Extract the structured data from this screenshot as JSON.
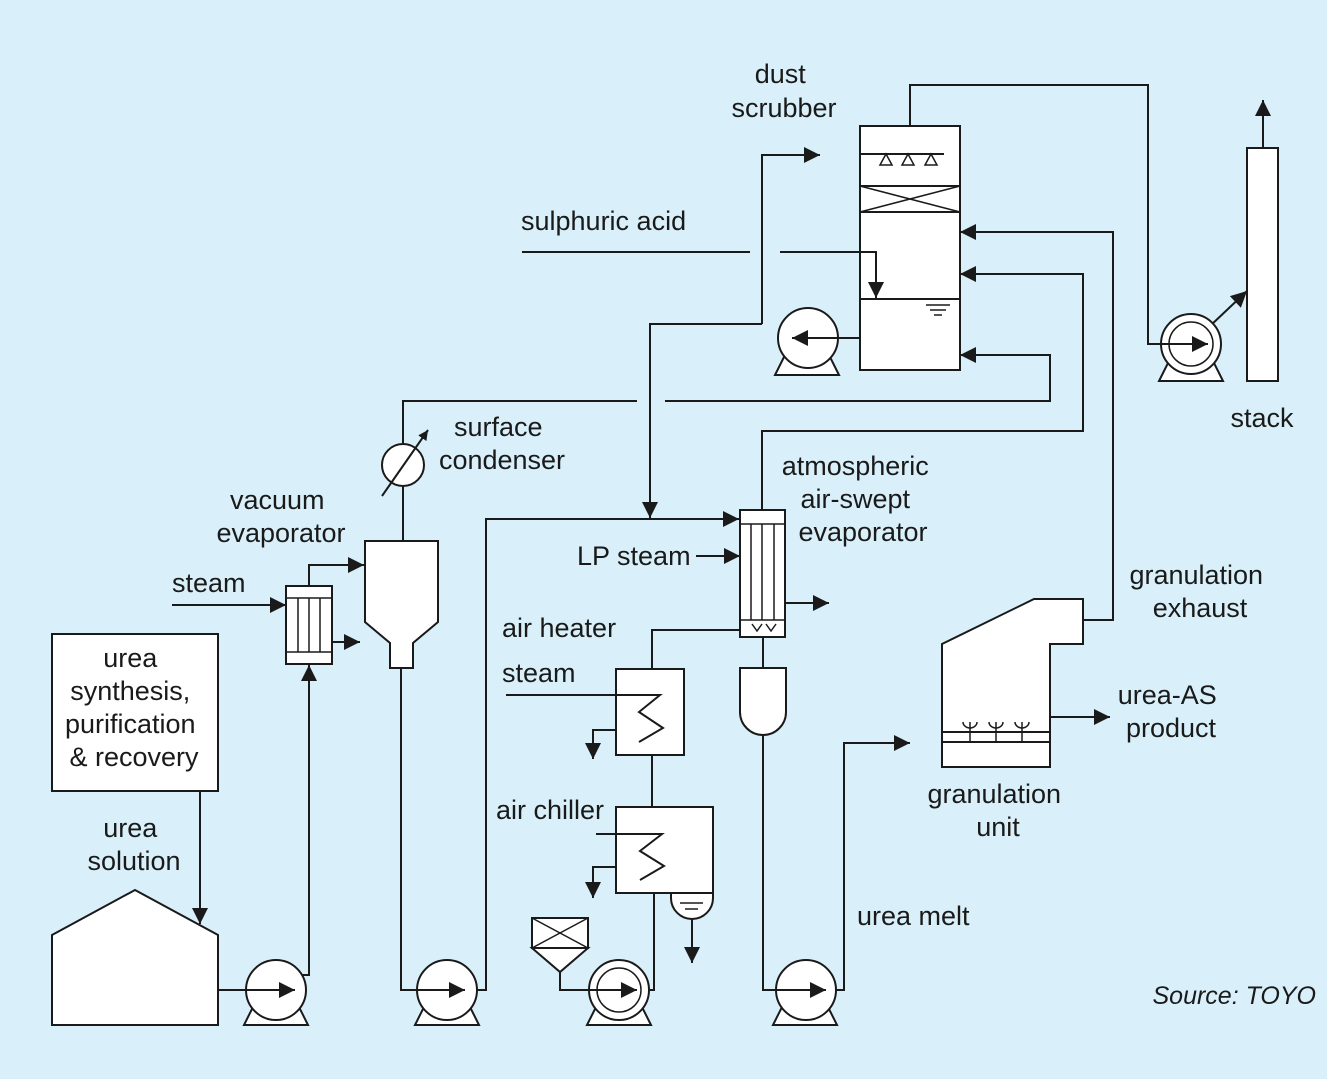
{
  "labels": {
    "dust_scrubber": [
      "dust",
      "scrubber"
    ],
    "sulphuric_acid": "sulphuric acid",
    "stack": "stack",
    "surface_condenser": [
      "surface",
      "condenser"
    ],
    "vacuum_evaporator": [
      "vacuum",
      "evaporator"
    ],
    "steam_left": "steam",
    "atmospheric_evaporator": [
      "atmospheric",
      "air-swept",
      "evaporator"
    ],
    "lp_steam": "LP steam",
    "granulation_exhaust": [
      "granulation",
      "exhaust"
    ],
    "air_heater": "air heater",
    "steam_heater": "steam",
    "urea_synthesis": [
      "urea",
      "synthesis,",
      "purification",
      "& recovery"
    ],
    "urea_as_product": [
      "urea-AS",
      "product"
    ],
    "urea_solution": [
      "urea",
      "solution"
    ],
    "air_chiller": "air chiller",
    "granulation_unit": [
      "granulation",
      "unit"
    ],
    "urea_melt": "urea melt"
  },
  "source": "Source: TOYO"
}
